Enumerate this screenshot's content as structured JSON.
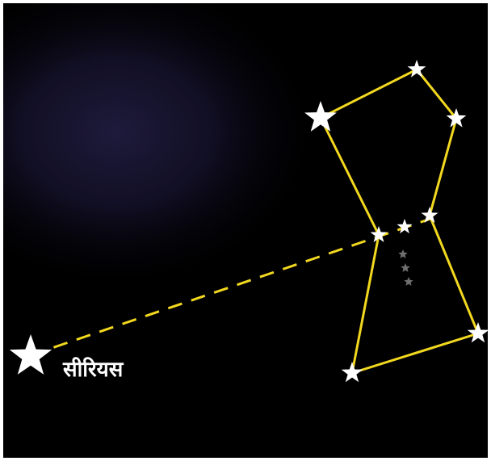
{
  "labels": {
    "sirius": "सीरियस"
  },
  "colors": {
    "background": "#000000",
    "nebula": "#1c1838",
    "constellation_line": "#f2d81f",
    "pointer_line": "#f2d81f",
    "star": "#ffffff",
    "nebula_stars": "#6e6e6e"
  },
  "stars": [
    {
      "id": "betelgeuse",
      "name": "star-betelgeuse"
    },
    {
      "id": "shoulder-top",
      "name": "star-shoulder-top"
    },
    {
      "id": "bellatrix",
      "name": "star-bellatrix"
    },
    {
      "id": "belt-left",
      "name": "star-belt-left"
    },
    {
      "id": "belt-middle",
      "name": "star-belt-middle"
    },
    {
      "id": "belt-right",
      "name": "star-belt-right"
    },
    {
      "id": "rigel",
      "name": "star-rigel"
    },
    {
      "id": "saiph",
      "name": "star-saiph"
    },
    {
      "id": "sirius",
      "name": "star-sirius"
    }
  ]
}
